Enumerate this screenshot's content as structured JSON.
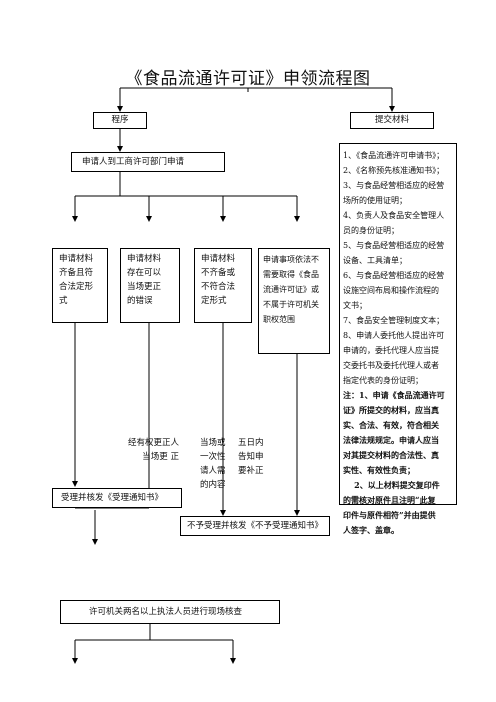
{
  "title": "《食品流通许可证》申领流程图",
  "program_label": "程序",
  "materials_label": "提交材料",
  "apply_label": "申请人到工商许可部门申请",
  "case_boxes": [
    [
      "申请材料",
      "齐备且符",
      "合法定形",
      "式"
    ],
    [
      "申请材料",
      "存在可以",
      "当场更正",
      "的错误"
    ],
    [
      "申请材料",
      "不齐备或",
      "不符合法",
      "定形式"
    ],
    [
      "申请事项依法不",
      "需要取得《食品",
      "流通许可证》或",
      "不属于许可机关",
      "职权范围"
    ]
  ],
  "notes": [
    [
      "经有权更正人",
      "当场更  正"
    ],
    [
      "当场或",
      "一次性",
      "请人需",
      "的内容"
    ],
    [
      "五日内",
      "告知申",
      "要补正"
    ]
  ],
  "materials_list": [
    "1、《食品流通许可申请书》；",
    "2、《名称预先核准通知书》；",
    "3、与食品经营相适应的经营",
    "场所的使用证明；",
    "4、负责人及食品安全管理人",
    "员的身份证明；",
    "5、与食品经营相适应的经营",
    "设备、工具清单；",
    "6、与食品经营相适应的经营",
    "设施空间布局和操作流程的",
    "文书；",
    "7、食品安全管理制度文本；",
    "8、申请人委托他人提出许可",
    "申请的，委托代理人应当提",
    "交委托书及委托代理人或者",
    "指定代表的身份证明；"
  ],
  "materials_notes": [
    "注：1、申请《食品流通许可",
    "证》所提交的材料，应当真",
    "实、合法、有效，符合相关",
    "法律法规规定。申请人应当",
    "对其提交材料的合法性、真",
    "实性、有效性负责；",
    "    2、以上材料提交复印件",
    "的需核对原件且注明“此复",
    "印件与原件相符”并由提供",
    "人签字、盖章。"
  ],
  "accept_label": "受理并核发《受理通知书》",
  "reject_label": "不予受理并核发《不予受理通知书》",
  "inspect_label": "许可机关两名以上执法人员进行现场核查"
}
